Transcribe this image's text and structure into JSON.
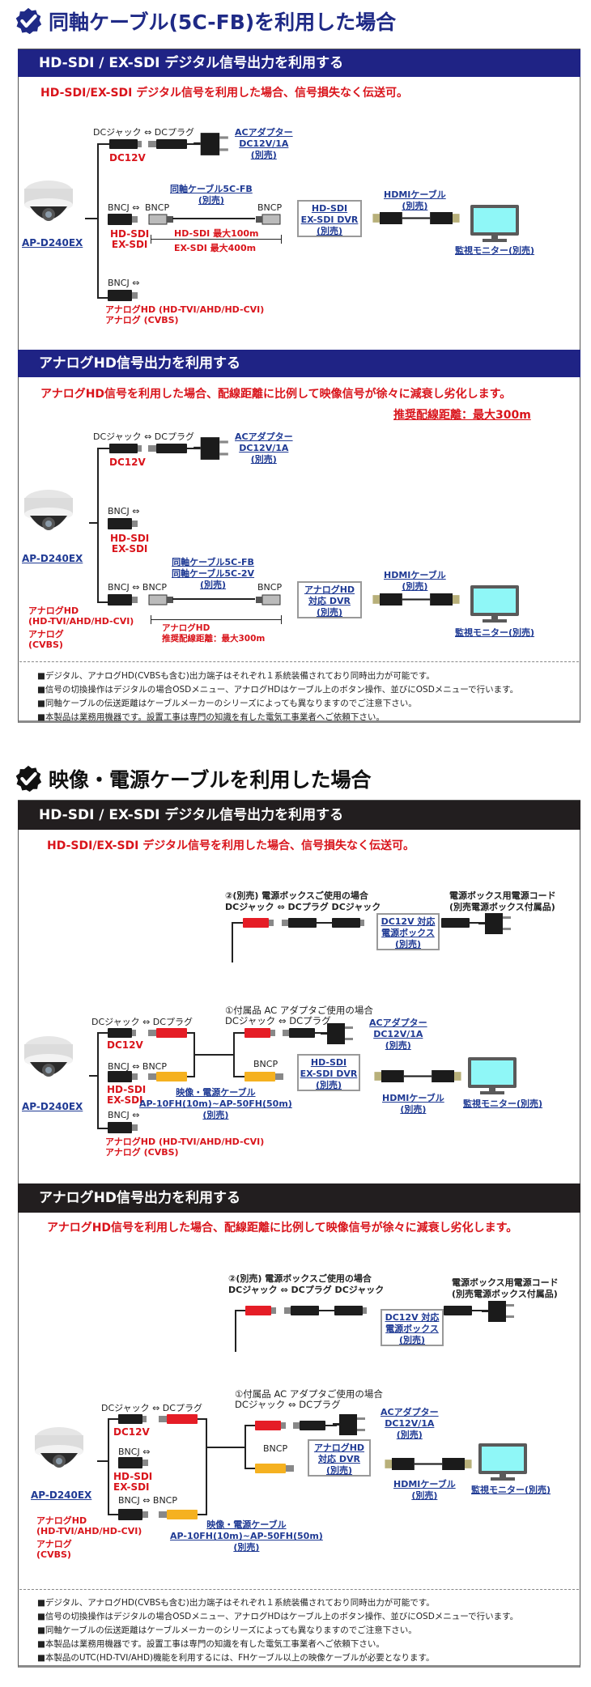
{
  "colors": {
    "accent_blue": "#1f2385",
    "header_black": "#221e1f",
    "warn_red": "#d9141b",
    "link_blue": "#1f3a94"
  },
  "section1": {
    "title": "同軸ケーブル(5C-FB)を利用した場合",
    "icon": "check-badge-icon",
    "digital": {
      "bar": "HD-SDI / EX-SDI デジタル信号出力を利用する",
      "lead": "HD-SDI/EX-SDI デジタル信号を利用した場合、信号損失なく伝送可。",
      "camera": "AP-D240EX",
      "dc_label": "DCジャック ⇔ DCプラグ",
      "dc12v": "DC12V",
      "ac_adapter": [
        "ACアダプター",
        "DC12V/1A",
        "(別売)"
      ],
      "bnc_label": "BNCJ ⇔",
      "bncp_left": "BNCP",
      "bncp_right": "BNCP",
      "coax": [
        "同軸ケーブル5C-FB",
        "(別売)"
      ],
      "sdi": [
        "HD-SDI",
        "EX-SDI"
      ],
      "distance": [
        "HD-SDI 最大100m",
        "EX-SDI 最大400m"
      ],
      "analog_bnc": "BNCJ ⇔",
      "analog_out": [
        "アナログHD (HD-TVI/AHD/HD-CVI)",
        "アナログ (CVBS)"
      ],
      "dvr": [
        "HD-SDI",
        "EX-SDI DVR",
        "(別売)"
      ],
      "hdmi": [
        "HDMIケーブル",
        "(別売)"
      ],
      "monitor": "監視モニター(別売)"
    },
    "analog": {
      "bar": "アナログHD信号出力を利用する",
      "lead": "アナログHD信号を利用した場合、配線距離に比例して映像信号が徐々に減衰し劣化します。",
      "recommended": "推奨配線距離：最大300m",
      "camera": "AP-D240EX",
      "dc_label": "DCジャック ⇔ DCプラグ",
      "dc12v": "DC12V",
      "ac_adapter": [
        "ACアダプター",
        "DC12V/1A",
        "(別売)"
      ],
      "bnc_label": "BNCJ ⇔",
      "sdi": [
        "HD-SDI",
        "EX-SDI"
      ],
      "analog_bnc": "BNCJ ⇔ BNCP",
      "bncp_right": "BNCP",
      "coax": [
        "同軸ケーブル5C-FB",
        "同軸ケーブル5C-2V",
        "(別売)"
      ],
      "analog_out": [
        "アナログHD",
        "(HD-TVI/AHD/HD-CVI)",
        "アナログ",
        "(CVBS)"
      ],
      "distance": [
        "アナログHD",
        "推奨配線距離：最大300m"
      ],
      "dvr": [
        "アナログHD",
        "対応 DVR",
        "(別売)"
      ],
      "hdmi": [
        "HDMIケーブル",
        "(別売)"
      ],
      "monitor": "監視モニター(別売)"
    },
    "notes": [
      "■デジタル、アナログHD(CVBSも含む)出力端子はそれぞれ１系統装備されており同時出力が可能です。",
      "■信号の切換操作はデジタルの場合OSDメニュー、アナログHDはケーブル上のボタン操作、並びにOSDメニューで行います。",
      "■同軸ケーブルの伝送距離はケーブルメーカーのシリーズによっても異なりますのでご注意下さい。",
      "■本製品は業務用機器です。設置工事は専門の知識を有した電気工事業者へご依頼下さい。"
    ]
  },
  "section2": {
    "title": "映像・電源ケーブルを利用した場合",
    "icon": "check-badge-icon",
    "digital": {
      "bar": "HD-SDI / EX-SDI デジタル信号出力を利用する",
      "lead": "HD-SDI/EX-SDI デジタル信号を利用した場合、信号損失なく伝送可。",
      "option2": [
        "②(別売) 電源ボックスご使用の場合",
        "DCジャック ⇔ DCプラグ  DCジャック"
      ],
      "powerbox": [
        "DC12V 対応",
        "電源ボックス",
        "(別売)"
      ],
      "powercord": [
        "電源ボックス用電源コード",
        "(別売電源ボックス付属品)"
      ],
      "option1": [
        "①付属品 AC アダプタご使用の場合",
        "DCジャック ⇔ DCプラグ"
      ],
      "camera": "AP-D240EX",
      "dc_label": "DCジャック ⇔ DCプラグ",
      "dc12v": "DC12V",
      "bnc_label": "BNCJ ⇔ BNCP",
      "sdi": [
        "HD-SDI",
        "EX-SDI"
      ],
      "analog_bnc": "BNCJ ⇔",
      "analog_out": [
        "アナログHD (HD-TVI/AHD/HD-CVI)",
        "アナログ (CVBS)"
      ],
      "bncp": "BNCP",
      "cable": [
        "映像・電源ケーブル",
        "AP-10FH(10m)~AP-50FH(50m)",
        "(別売)"
      ],
      "ac_adapter": [
        "ACアダプター",
        "DC12V/1A",
        "(別売)"
      ],
      "dvr": [
        "HD-SDI",
        "EX-SDI DVR",
        "(別売)"
      ],
      "hdmi": [
        "HDMIケーブル",
        "(別売)"
      ],
      "monitor": "監視モニター(別売)"
    },
    "analog": {
      "bar": "アナログHD信号出力を利用する",
      "lead": "アナログHD信号を利用した場合、配線距離に比例して映像信号が徐々に減衰し劣化します。",
      "option2": [
        "②(別売) 電源ボックスご使用の場合",
        "DCジャック ⇔ DCプラグ  DCジャック"
      ],
      "powerbox": [
        "DC12V 対応",
        "電源ボックス",
        "(別売)"
      ],
      "powercord": [
        "電源ボックス用電源コード",
        "(別売電源ボックス付属品)"
      ],
      "option1": [
        "①付属品 AC アダプタご使用の場合",
        "DCジャック ⇔ DCプラグ"
      ],
      "camera": "AP-D240EX",
      "dc_label": "DCジャック ⇔ DCプラグ",
      "dc12v": "DC12V",
      "bnc_label": "BNCJ ⇔",
      "sdi": [
        "HD-SDI",
        "EX-SDI"
      ],
      "analog_bnc": "BNCJ ⇔ BNCP",
      "analog_out": [
        "アナログHD",
        "(HD-TVI/AHD/HD-CVI)",
        "アナログ",
        "(CVBS)"
      ],
      "bncp": "BNCP",
      "cable": [
        "映像・電源ケーブル",
        "AP-10FH(10m)~AP-50FH(50m)",
        "(別売)"
      ],
      "ac_adapter": [
        "ACアダプター",
        "DC12V/1A",
        "(別売)"
      ],
      "dvr": [
        "アナログHD",
        "対応 DVR",
        "(別売)"
      ],
      "hdmi": [
        "HDMIケーブル",
        "(別売)"
      ],
      "monitor": "監視モニター(別売)"
    },
    "notes": [
      "■デジタル、アナログHD(CVBSも含む)出力端子はそれぞれ１系統装備されており同時出力が可能です。",
      "■信号の切換操作はデジタルの場合OSDメニュー、アナログHDはケーブル上のボタン操作、並びにOSDメニューで行います。",
      "■同軸ケーブルの伝送距離はケーブルメーカーのシリーズによっても異なりますのでご注意下さい。",
      "■本製品は業務用機器です。設置工事は専門の知識を有した電気工事業者へご依頼下さい。",
      "■本製品のUTC(HD-TVI/AHD)機能を利用するには、FHケーブル以上の映像ケーブルが必要となります。"
    ]
  }
}
